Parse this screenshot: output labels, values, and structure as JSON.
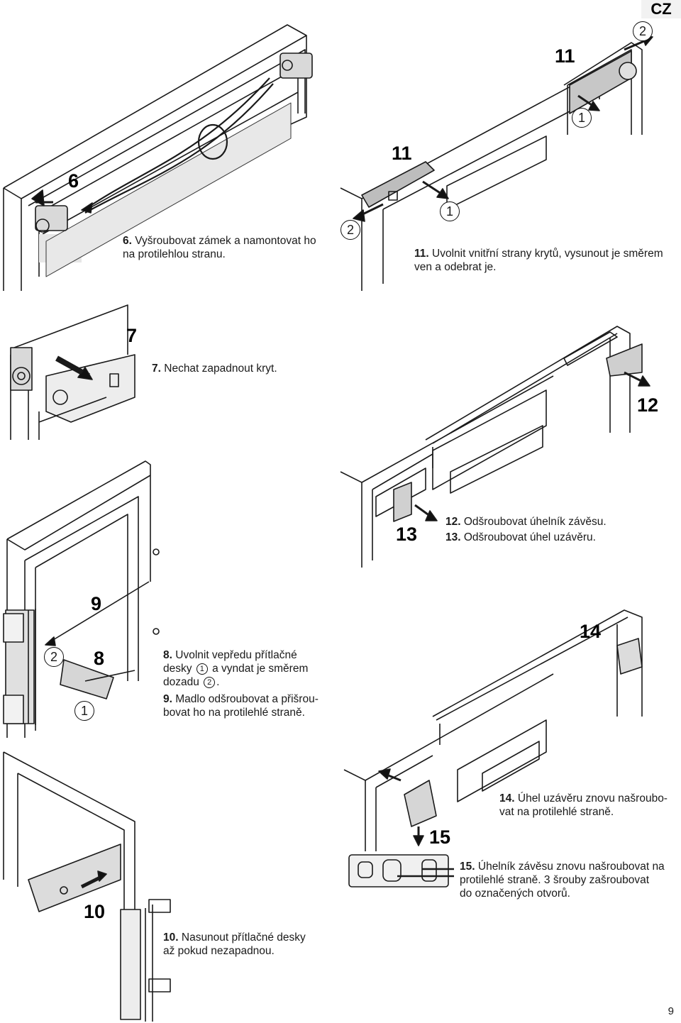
{
  "header": {
    "language_tag": "CZ"
  },
  "page_number": "9",
  "step_numbers": {
    "s6": "6",
    "s7": "7",
    "s8": "8",
    "s9": "9",
    "s10": "10",
    "s11a": "11",
    "s11b": "11",
    "s12": "12",
    "s13": "13",
    "s14": "14",
    "s15": "15"
  },
  "callouts": {
    "one": "1",
    "two": "2"
  },
  "steps": {
    "step6": {
      "num": "6.",
      "line1": "Vyšroubovat zámek a namontovat ho",
      "line2": "na protilehlou stranu."
    },
    "step7": {
      "num": "7.",
      "text": "Nechat zapadnout kryt."
    },
    "step8": {
      "num": "8.",
      "line1": "Uvolnit vepředu přítlačné",
      "line2a": "desky",
      "line2b": "a vyndat je směrem",
      "line3": "dozadu",
      "line3_end": "."
    },
    "step9": {
      "num": "9.",
      "line1": "Madlo odšroubovat a přišrou-",
      "line2": "bovat ho na protilehlé straně."
    },
    "step10": {
      "num": "10.",
      "line1": "Nasunout přítlačné desky",
      "line2": "až pokud nezapadnou."
    },
    "step11": {
      "num": "11.",
      "line1": "Uvolnit vnitřní strany krytů, vysunout je směrem",
      "line2": "ven a odebrat je."
    },
    "step12": {
      "num": "12.",
      "text": "Odšroubovat úhelník závěsu."
    },
    "step13": {
      "num": "13.",
      "text": "Odšroubovat úhel uzávěru."
    },
    "step14": {
      "num": "14.",
      "line1": "Úhel uzávěru znovu našroubo-",
      "line2": "vat na protilehlé straně."
    },
    "step15": {
      "num": "15.",
      "line1": "Úhelník závěsu znovu našroubovat na",
      "line2": "protilehlé straně. 3 šrouby zašroubovat",
      "line3": "do označených otvorů."
    }
  }
}
